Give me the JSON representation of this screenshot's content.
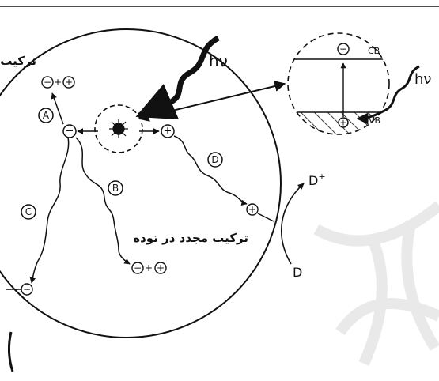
{
  "labels": {
    "hv_main": "hν",
    "hv_band": "hν",
    "cb": "CB",
    "vb": "VB",
    "path_a": "A",
    "path_b": "B",
    "path_c": "C",
    "path_d": "D",
    "d_plus": "D",
    "d_plus_sup": "+",
    "d": "D",
    "bulk_recombination": "ترکیب مجدد در توده",
    "surface_recombination_partial": "ترکیب"
  },
  "symbols": {
    "minus": "−",
    "plus": "+"
  },
  "colors": {
    "ink": "#111111",
    "watermark": "#e9e9e9"
  }
}
